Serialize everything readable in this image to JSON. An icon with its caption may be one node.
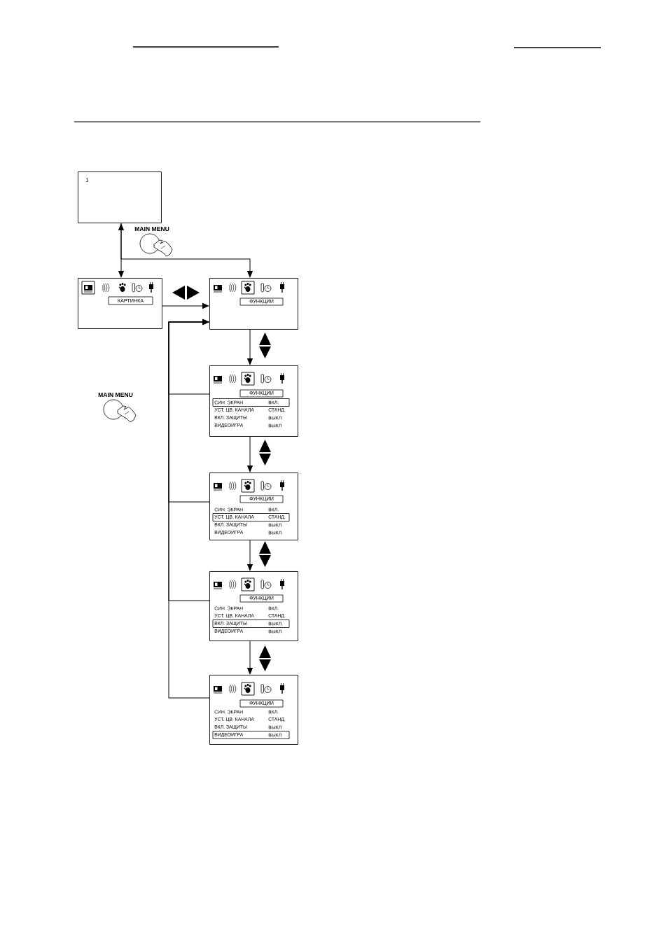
{
  "diagram": {
    "nodes": [
      {
        "text": [
          "1"
        ]
      },
      {
        "text": [
          "КАРТИНКА"
        ]
      },
      {
        "text": [
          "ФУНКЦИИ"
        ]
      },
      {
        "text": [
          "ФУНКЦИИ",
          "СИН. ЭКРАН",
          "ВКЛ.",
          "УСТ. ЦВ. КАНАЛА",
          "СТАНД.",
          "ВКЛ. ЗАЩИТЫ",
          "ВЫКЛ",
          "ВИДЕОИГРА",
          "ВЫКЛ"
        ]
      },
      {
        "text": [
          "ФУНКЦИИ",
          "СИН. ЭКРАН",
          "ВКЛ.",
          "УСТ. ЦВ. КАНАЛА",
          "СТАНД.",
          "ВКЛ. ЗАЩИТЫ",
          "ВЫКЛ",
          "ВИДЕОИГРА",
          "ВЫКЛ"
        ]
      },
      {
        "text": [
          "ФУНКЦИИ",
          "СИН. ЭКРАН",
          "ВКЛ.",
          "УСТ. ЦВ. КАНАЛА",
          "СТАНД.",
          "ВКЛ. ЗАЩИТЫ",
          "ВЫКЛ",
          "ВИДЕОИГРА",
          "ВЫКЛ"
        ]
      },
      {
        "text": [
          "ФУНКЦИИ",
          "СИН. ЭКРАН",
          "ВКЛ.",
          "УСТ. ЦВ. КАНАЛА",
          "СТАНД.",
          "ВКЛ. ЗАЩИТЫ",
          "ВЫКЛ",
          "ВИДЕОИГРА",
          "ВЫКЛ"
        ]
      }
    ],
    "edges": [
      {
        "from": 0,
        "to": 1,
        "arrow": "both"
      },
      {
        "from": 0,
        "to": 2,
        "arrow": "to"
      },
      {
        "from": 1,
        "to": 2,
        "arrow": "to"
      },
      {
        "from": 2,
        "to": 3,
        "arrow": "to"
      },
      {
        "from": 3,
        "to": 4,
        "arrow": "to"
      },
      {
        "from": 4,
        "to": 5,
        "arrow": "to"
      },
      {
        "from": 5,
        "to": 6,
        "arrow": "to"
      },
      {
        "from": 3,
        "to": 2,
        "arrow": "to"
      },
      {
        "from": 4,
        "to": 2,
        "arrow": "to"
      },
      {
        "from": 5,
        "to": 2,
        "arrow": "to"
      },
      {
        "from": 6,
        "to": 2,
        "arrow": "to"
      }
    ],
    "labels": [
      "MAIN MENU",
      "MAIN MENU"
    ]
  }
}
